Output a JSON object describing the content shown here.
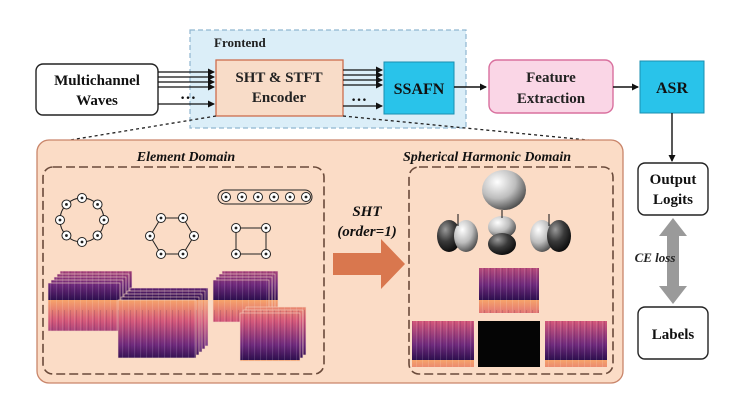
{
  "frontend": {
    "label": "Frontend"
  },
  "input": {
    "line1": "Multichannel",
    "line2": "Waves"
  },
  "encoder": {
    "line1": "SHT & STFT",
    "line2": "Encoder"
  },
  "ssafn": {
    "label": "SSAFN"
  },
  "feature": {
    "line1": "Feature",
    "line2": "Extraction"
  },
  "asr": {
    "label": "ASR"
  },
  "output": {
    "line1": "Output",
    "line2": "Logits"
  },
  "labels": {
    "label": "Labels"
  },
  "loss": {
    "label": "CE loss"
  },
  "element_domain": {
    "title": "Element Domain"
  },
  "sh_domain": {
    "title": "Spherical Harmonic Domain"
  },
  "sht": {
    "line1": "SHT",
    "line2": "(order=1)"
  },
  "ellipsis": "…",
  "colors": {
    "frontend_fill": "#dbeef8",
    "frontend_stroke": "#8fb6d0",
    "encoder_fill": "#f8dcc8",
    "encoder_stroke": "#cc6e4e",
    "cyan_fill": "#29c3ea",
    "pink_fill": "#fad6e6",
    "pink_stroke": "#d9709e",
    "expand_fill": "#fbdcc6",
    "expand_stroke": "#c9856a",
    "arrow_fill": "#d9774e",
    "loss_arrow": "#9a9a9a"
  }
}
